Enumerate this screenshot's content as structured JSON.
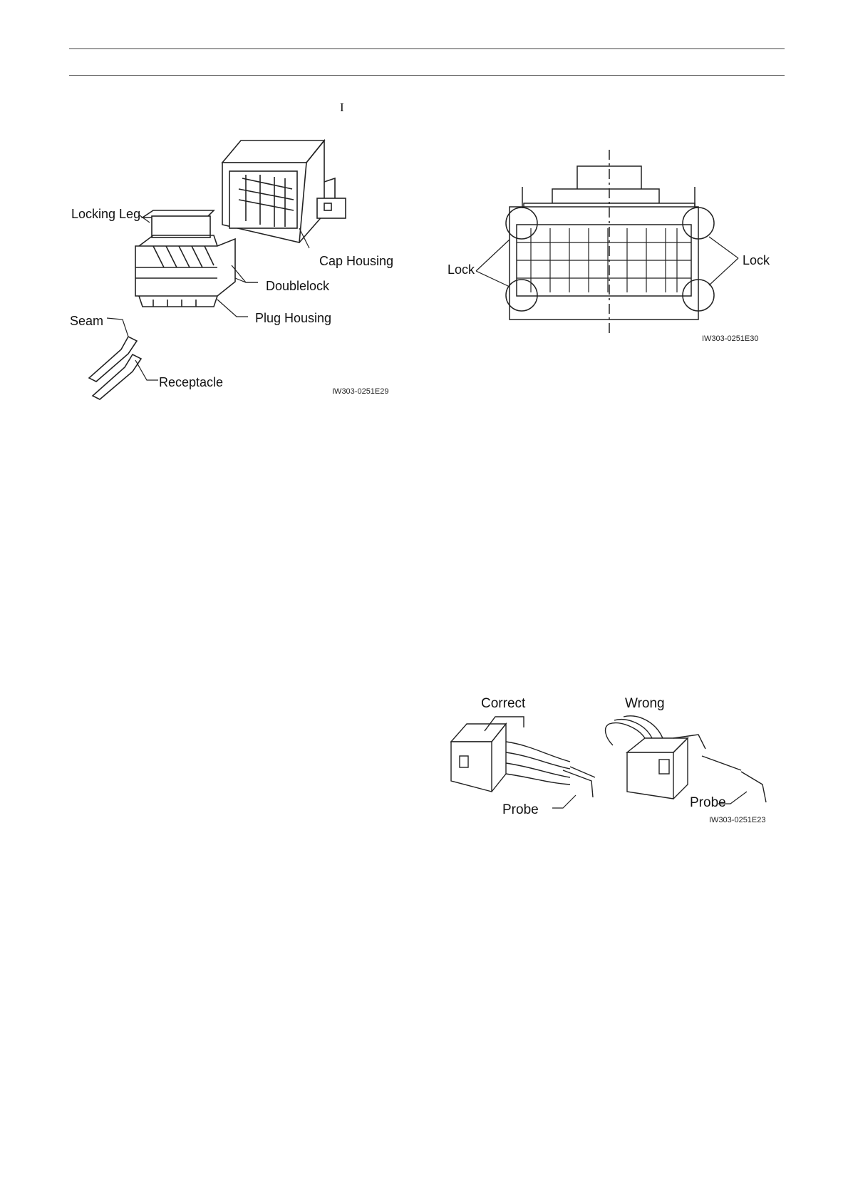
{
  "header": {
    "roman_mark": "I"
  },
  "figure_left": {
    "labels": {
      "locking_leg": "Locking Leg",
      "cap_housing": "Cap Housing",
      "doublelock": "Doublelock",
      "plug_housing": "Plug Housing",
      "seam": "Seam",
      "receptacle": "Receptacle"
    },
    "code": "IW303-0251E29"
  },
  "figure_right": {
    "labels": {
      "lock_left": "Lock",
      "lock_right": "Lock"
    },
    "code": "IW303-0251E30"
  },
  "figure_bottom": {
    "labels": {
      "correct": "Correct",
      "wrong": "Wrong",
      "probe_left": "Probe",
      "probe_right": "Probe"
    },
    "code": "IW303-0251E23"
  }
}
